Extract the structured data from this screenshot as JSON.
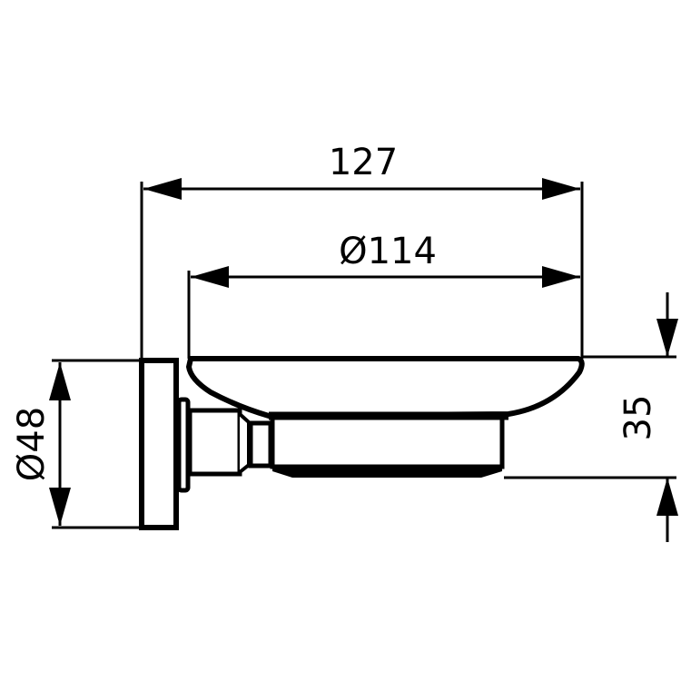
{
  "drawing": {
    "subject": "Soap dish with wall mount - side view technical drawing",
    "line_color": "#000000",
    "background": "#ffffff"
  },
  "dimensions": {
    "overall_length": {
      "label": "127",
      "orientation": "horizontal"
    },
    "dish_diameter": {
      "label": "Ø114",
      "orientation": "horizontal"
    },
    "height": {
      "label": "35",
      "orientation": "vertical"
    },
    "mount_diameter": {
      "label": "Ø48",
      "orientation": "vertical"
    }
  }
}
